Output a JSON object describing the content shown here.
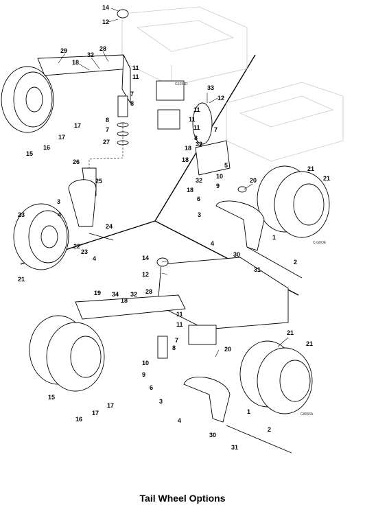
{
  "caption": "Tail Wheel Options",
  "drawing_refs": {
    "top_left": "G1051D",
    "top_right": "C-G8OE",
    "bottom": "G8066A"
  },
  "callouts": {
    "tl": [
      "14",
      "12",
      "29",
      "32",
      "28",
      "18",
      "11",
      "11",
      "7",
      "8",
      "8",
      "7",
      "27",
      "17",
      "17",
      "16",
      "15",
      "26",
      "25",
      "3",
      "4",
      "23",
      "24",
      "22",
      "23",
      "4",
      "21"
    ],
    "tr": [
      "33",
      "12",
      "11",
      "11",
      "11",
      "7",
      "8",
      "32",
      "18",
      "18",
      "5",
      "10",
      "9",
      "6",
      "20",
      "21",
      "21",
      "18",
      "32",
      "3",
      "4",
      "30",
      "31",
      "1",
      "2"
    ],
    "bot": [
      "14",
      "12",
      "19",
      "34",
      "18",
      "32",
      "28",
      "11",
      "11",
      "7",
      "8",
      "10",
      "9",
      "6",
      "15",
      "16",
      "17",
      "17",
      "20",
      "21",
      "21",
      "3",
      "4",
      "30",
      "31",
      "1",
      "2"
    ]
  }
}
